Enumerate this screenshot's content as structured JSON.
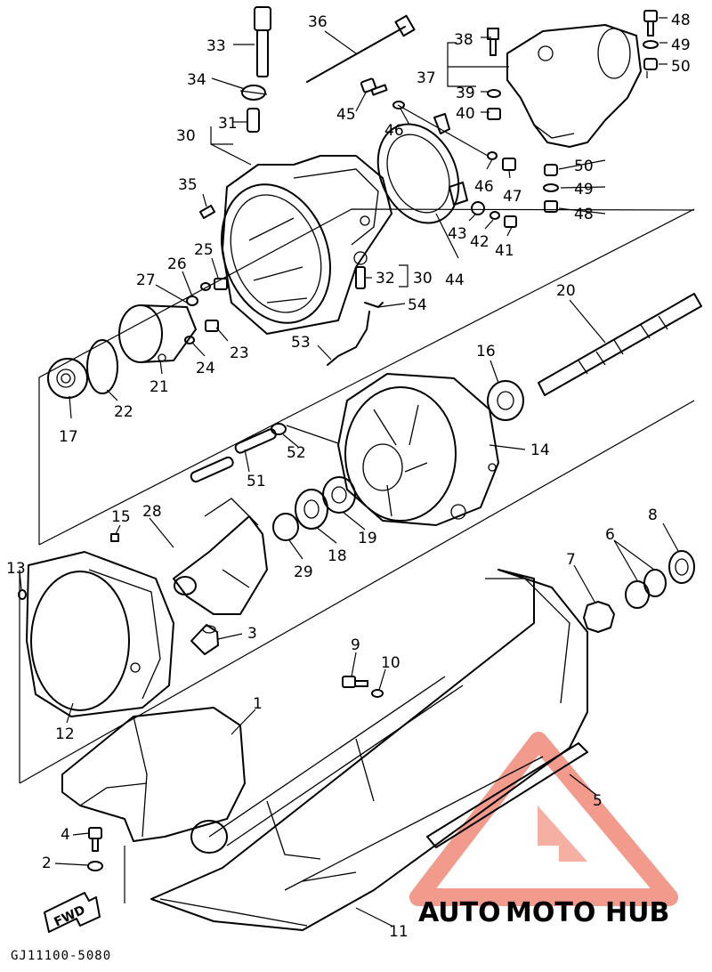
{
  "diagram": {
    "code": "GJ11100-5080",
    "direction_label": "FWD",
    "labels": [
      "1",
      "2",
      "3",
      "4",
      "5",
      "6",
      "7",
      "8",
      "9",
      "10",
      "11",
      "12",
      "13",
      "15",
      "17",
      "18",
      "19",
      "20",
      "21",
      "22",
      "23",
      "24",
      "25",
      "26",
      "27",
      "28",
      "29",
      "30",
      "30",
      "31",
      "32",
      "33",
      "34",
      "35",
      "36",
      "37",
      "38",
      "39",
      "40",
      "41",
      "42",
      "43",
      "44",
      "45",
      "46",
      "46",
      "47",
      "48",
      "48",
      "49",
      "49",
      "50",
      "50",
      "51",
      "52",
      "53",
      "54",
      "14",
      "16"
    ]
  },
  "watermark": {
    "text_part1": "AUTO",
    "text_part2": "MOTO",
    "text_part3": "HUB",
    "colors": {
      "light": "#f2a488",
      "mid": "#ef6f52",
      "dark": "#555555",
      "triangle": "#f08a78"
    }
  }
}
